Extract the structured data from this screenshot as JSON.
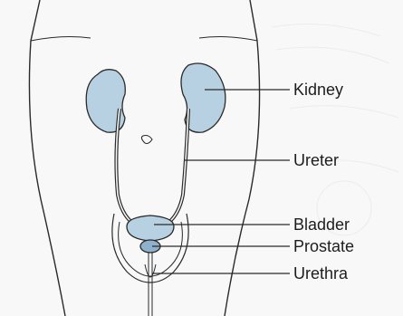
{
  "labels": {
    "kidney": "Kidney",
    "ureter": "Ureter",
    "bladder": "Bladder",
    "prostate": "Prostate",
    "urethra": "Urethra"
  },
  "colors": {
    "organ_fill": "#b7d1e3",
    "outline": "#2a2a2a",
    "background": "#f7f8f7"
  }
}
